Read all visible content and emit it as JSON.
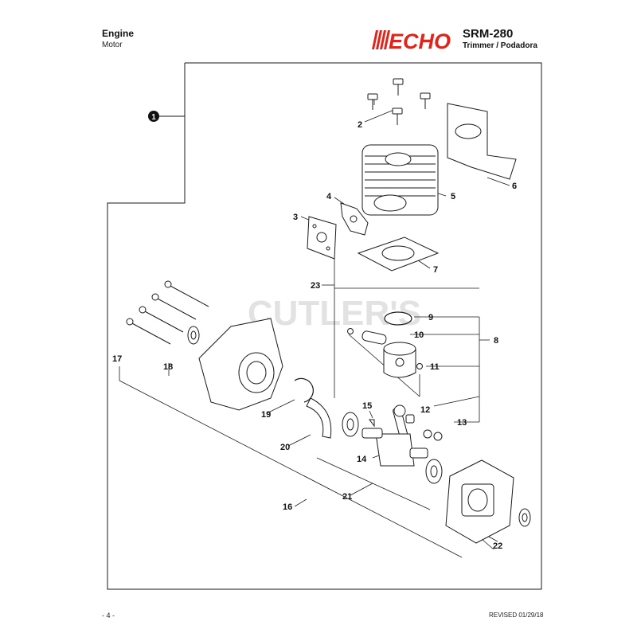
{
  "header": {
    "section_title": "Engine",
    "section_subtitle": "Motor",
    "brand_logo": "ECHO",
    "model": "SRM-280",
    "product": "Trimmer / Podadora"
  },
  "diagram": {
    "callout_number": "1",
    "watermark": "CUTLER'S",
    "part_labels": [
      "2",
      "3",
      "4",
      "5",
      "6",
      "7",
      "8",
      "9",
      "10",
      "11",
      "12",
      "13",
      "14",
      "15",
      "16",
      "17",
      "18",
      "19",
      "20",
      "21",
      "22",
      "23"
    ]
  },
  "footer": {
    "page_number": "- 4 -",
    "revised": "REVISED 01/29/18"
  },
  "colors": {
    "logo_red": "#e0241b",
    "line": "#1a1a1a"
  }
}
